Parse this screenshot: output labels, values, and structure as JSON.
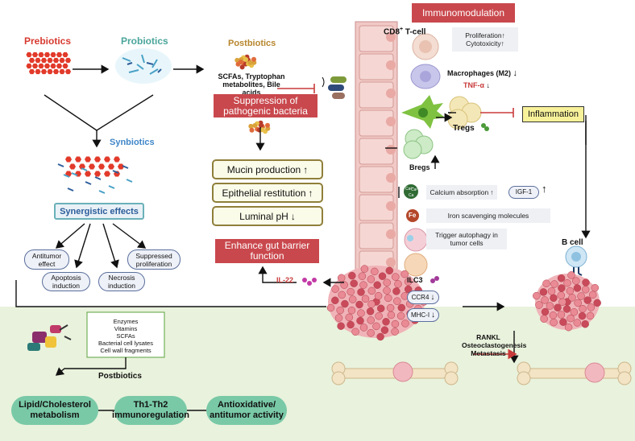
{
  "left": {
    "prebiotics": "Prebiotics",
    "probiotics": "Probiotics",
    "synbiotics": "Synbiotics",
    "synergistic": "Synergistic effects",
    "antitumor": "Antitumor effect",
    "suppressed": "Suppressed proliferation",
    "apoptosis": "Apoptosis induction",
    "necrosis": "Necrosis induction"
  },
  "postbiotics": {
    "title": "Postbiotics",
    "metabolites": "SCFAs, Tryptophan metabolites, Bile acids",
    "suppression": "Suppression of pathogenic bacteria",
    "mucin": "Mucin production",
    "restitution": "Epithelial restitution",
    "ph": "Luminal pH",
    "barrier": "Enhance gut barrier function",
    "il22": "IL-22"
  },
  "immune": {
    "title": "Immunomodulation",
    "cd8_main": "CD8",
    "cd8_sup": "+",
    "cd8_tail": " T-cell",
    "proliferation": "Proliferation",
    "cytotoxicity": "Cytotoxicity",
    "macrophages": "Macrophages (M2)",
    "tnf": "TNF-α",
    "tregs": "Tregs",
    "inflammation": "Inflammation",
    "bregs": "Bregs",
    "calcium": "Calcium absorption",
    "igf": "IGF-1",
    "fe": "Fe",
    "iron": "Iron scavenging molecules",
    "autophagy": "Trigger autophagy in tumor cells",
    "ilc3": "ILC3",
    "ccr4": "CCR4",
    "mhc": "MHC-I",
    "bcell": "B cell",
    "ca_a": "Ca²⁺",
    "ca_b": "Ca²⁺",
    "ca_c": "Ca"
  },
  "bottom": {
    "components": [
      "Enzymes",
      "Vitamins",
      "SCFAs",
      "Bacterial cell lysates",
      "Cell wall fragments"
    ],
    "postbiotics": "Postbiotics",
    "lipid": "Lipid/Cholesterol metabolism",
    "th": "Th1-Th2 immunoregulation",
    "antiox": "Antioxidative/ antitumor activity",
    "bone": "RANKL Osteoclastogenesis Metastasis"
  },
  "arrows": {
    "up": "↑",
    "down": "↓"
  },
  "colors": {
    "prebiotics": "#d63a2f",
    "probiotics": "#4aa59a",
    "synbiotics": "#3f86c8",
    "postbiotics": "#b7862c",
    "red_box": "#c9484d",
    "green_band": "#e9f2dc",
    "green_pill": "#79c9a7",
    "inflammation_fill": "#f7f19a",
    "epithelium": "#f1c9c6"
  }
}
